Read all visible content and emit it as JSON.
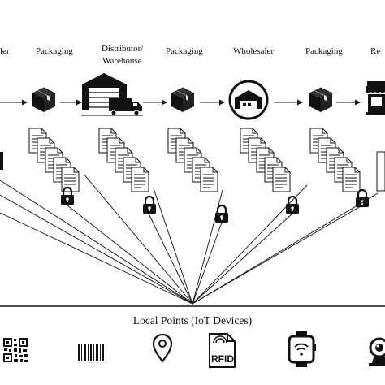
{
  "stages": [
    {
      "label": "ler",
      "icon": "factory-icon"
    },
    {
      "label": "Packaging",
      "icon": "package-box-icon"
    },
    {
      "label": "Distributor/",
      "label2": "Warehouse",
      "icon": "warehouse-truck-icon"
    },
    {
      "label": "Packaging",
      "icon": "package-box-icon"
    },
    {
      "label": "Wholesaler",
      "icon": "wholesaler-warehouse-icon"
    },
    {
      "label": "Packaging",
      "icon": "package-box-icon"
    },
    {
      "label": "Re",
      "icon": "retail-store-icon"
    }
  ],
  "ledger": {
    "icon": "document-stack-icon",
    "lock_icon": "padlock-icon"
  },
  "hub": {
    "title": "Local Points (IoT Devices)"
  },
  "devices": [
    {
      "name": "qr-code-icon"
    },
    {
      "name": "barcode-icon"
    },
    {
      "name": "location-pin-icon"
    },
    {
      "name": "rfid-tag-icon",
      "text": "RFID"
    },
    {
      "name": "smartwatch-icon"
    },
    {
      "name": "webcam-icon"
    }
  ],
  "colors": {
    "ink": "#111111",
    "paper": "#ffffff"
  }
}
